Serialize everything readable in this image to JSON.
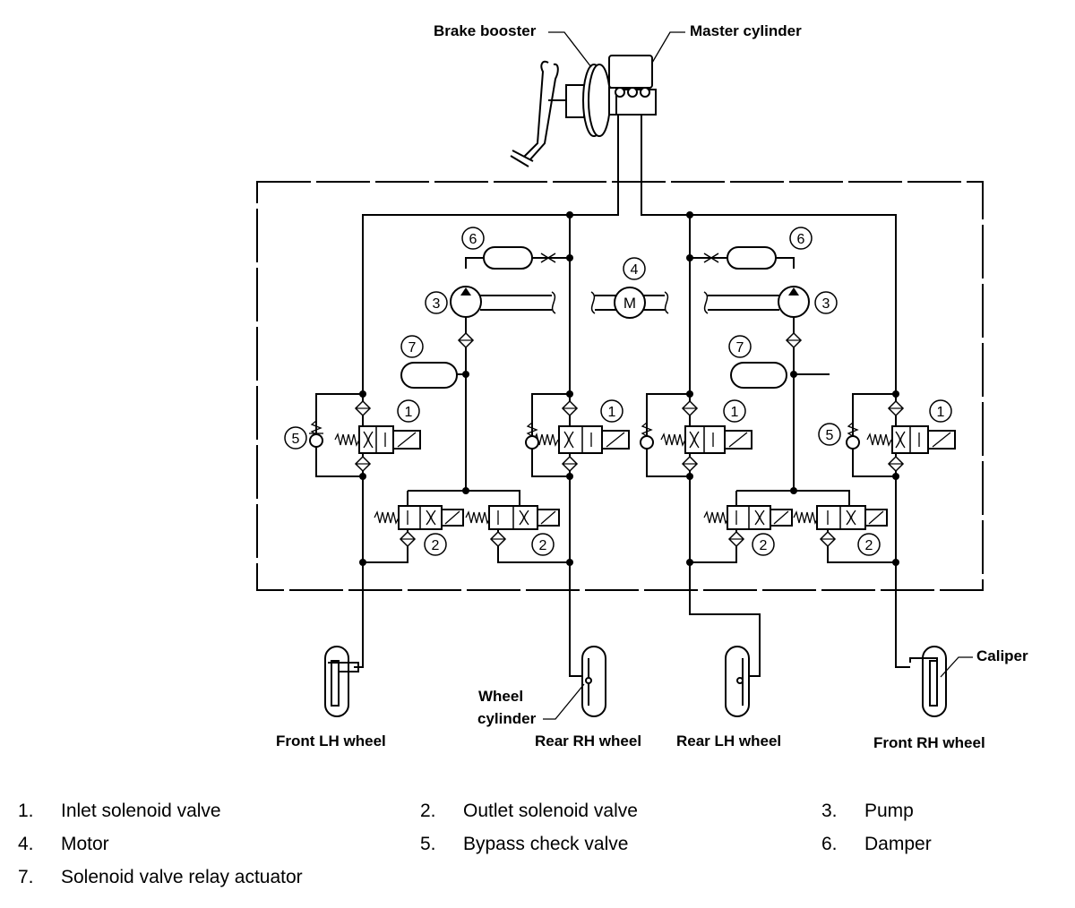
{
  "diagram": {
    "labels": {
      "brake_booster": "Brake booster",
      "master_cylinder": "Master cylinder",
      "caliper": "Caliper",
      "wheel_cylinder_1": "Wheel",
      "wheel_cylinder_2": "cylinder",
      "front_lh": "Front LH wheel",
      "rear_rh": "Rear RH wheel",
      "rear_lh": "Rear LH wheel",
      "front_rh": "Front RH wheel",
      "motor_symbol": "M"
    },
    "callouts": {
      "inlet": "1",
      "outlet": "2",
      "pump": "3",
      "motor": "4",
      "bypass": "5",
      "damper": "6",
      "relay": "7"
    }
  },
  "legend": [
    {
      "num": "1.",
      "text": "Inlet solenoid valve"
    },
    {
      "num": "2.",
      "text": "Outlet solenoid valve"
    },
    {
      "num": "3.",
      "text": "Pump"
    },
    {
      "num": "4.",
      "text": "Motor"
    },
    {
      "num": "5.",
      "text": "Bypass check valve"
    },
    {
      "num": "6.",
      "text": "Damper"
    },
    {
      "num": "7.",
      "text": "Solenoid valve relay actuator"
    }
  ]
}
